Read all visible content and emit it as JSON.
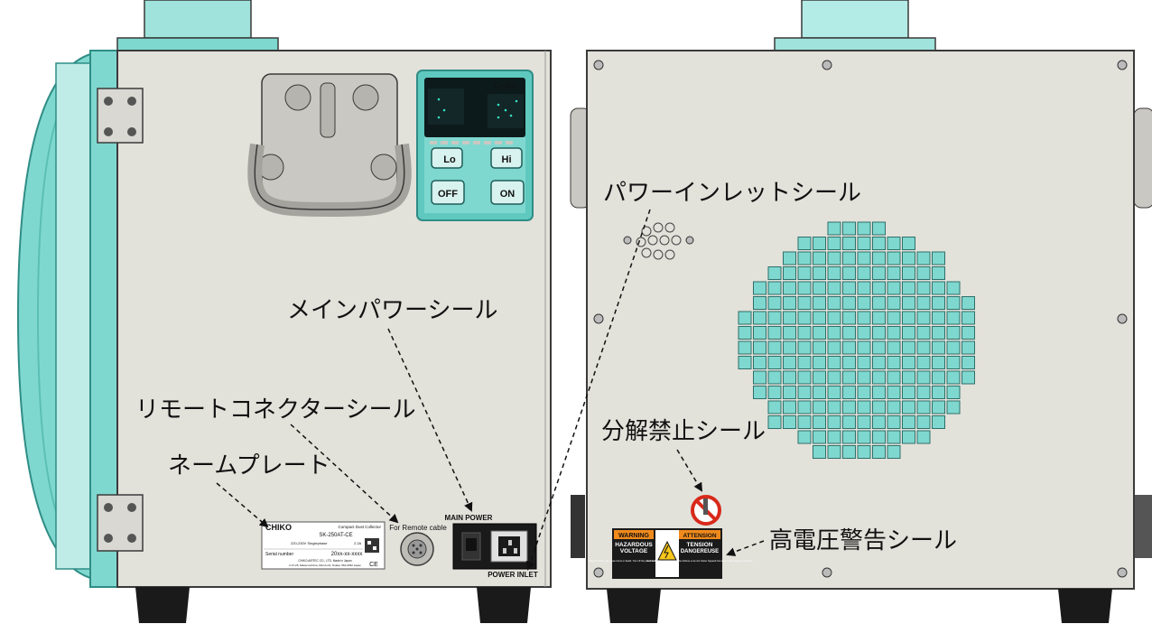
{
  "callouts": {
    "power_inlet_seal": "パワーインレットシール",
    "main_power_seal": "メインパワーシール",
    "remote_connector_seal": "リモートコネクターシール",
    "name_plate": "ネームプレート",
    "no_disassembly_seal": "分解禁止シール",
    "high_voltage_warning_seal": "高電圧警告シール"
  },
  "left_unit": {
    "panel_brand": "CHIKO",
    "lo_button": "Lo",
    "hi_button": "Hi",
    "off_button": "OFF",
    "on_button": "ON",
    "remote_label": "For Remote cable",
    "main_power_label": "MAIN POWER",
    "power_inlet_label": "POWER INLET",
    "nameplate": {
      "brand": "CHIKO",
      "product": "Compact Dust Collector",
      "model": "SK-250AT-CE",
      "spec_line": "220-230V Singlephase",
      "current": "2.2A",
      "serial_label": "Serial number",
      "serial_value": "20xx-xx-xxxx",
      "maker": "CHIKO AIRTEC CO., LTD. Made in Japan",
      "address": "2-27-26, Matsunoshima, Minoh-shi, Osaka, 562-0052 Japan",
      "ce_mark": "CE"
    }
  },
  "right_unit": {
    "warning_title": "WARNING",
    "warning_sub1": "HAZARDOUS",
    "warning_sub2": "VOLTAGE",
    "warning_text": "Electric shock may cause burns or death. Turn off the power before opening the cover.",
    "attention_title": "ATTENSION",
    "attention_sub1": "TENSION",
    "attention_sub2": "DANGEREUSE",
    "attention_text": "Un choc électrique peut provoquer des brûlures ou la mort. Mettez l'appareil hors tension avant d'ouvrir le couvercle."
  },
  "colors": {
    "body": "#e2e1da",
    "teal": "#7fd8cf",
    "teal_dark": "#2f8d86",
    "outline": "#3a3a3a",
    "panel": "#0d1a1c",
    "label_orange": "#f08a1c"
  }
}
